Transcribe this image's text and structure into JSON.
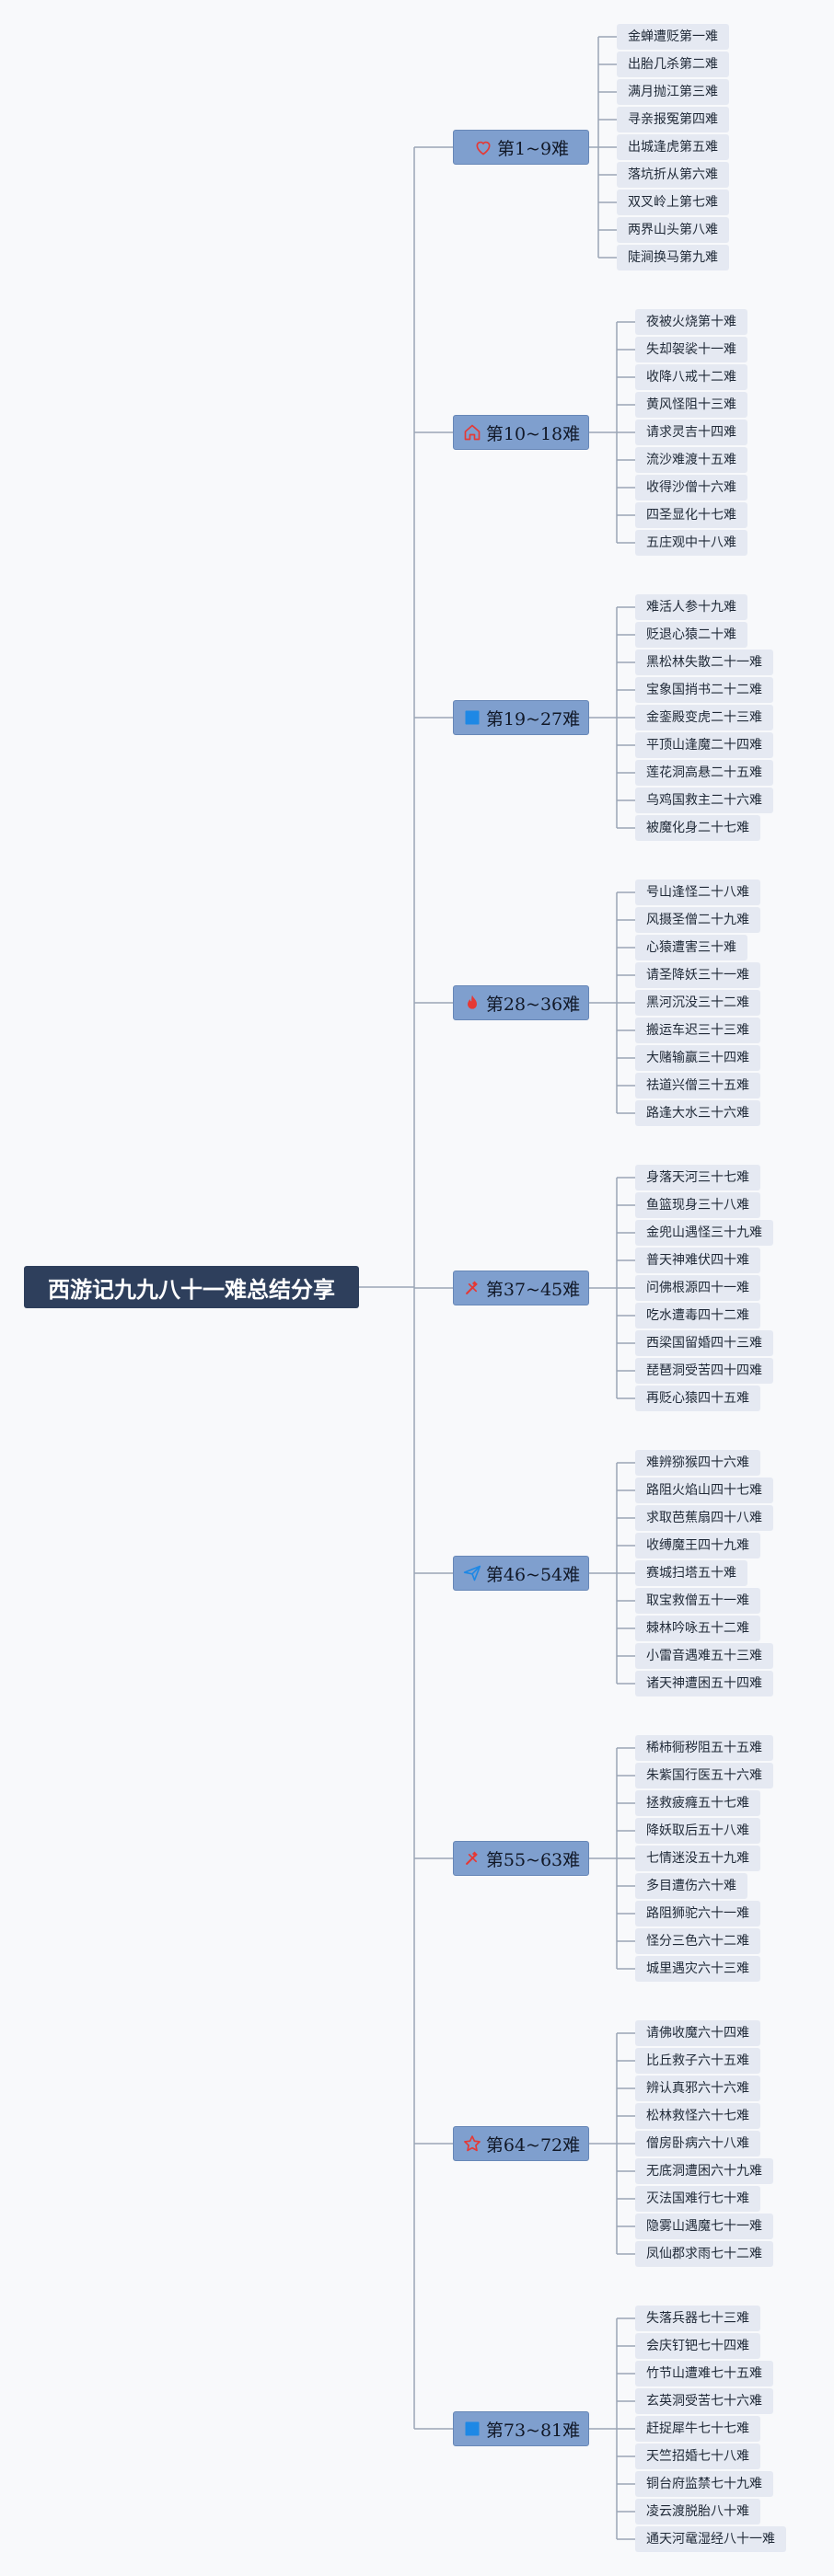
{
  "root": {
    "title": "西游记九九八十一难总结分享"
  },
  "colors": {
    "root_bg": "#2e3f5c",
    "branch_bg": "#7f9fce",
    "leaf_bg": "#e5e9f2",
    "line": "#9aa6b6",
    "icon_red": "#e53935",
    "icon_blue": "#1e88e5"
  },
  "branches": [
    {
      "label": "第1~9难",
      "icon": "heart-icon",
      "items": [
        "金蝉遭贬第一难",
        "出胎几杀第二难",
        "满月抛江第三难",
        "寻亲报冤第四难",
        "出城逢虎第五难",
        "落坑折从第六难",
        "双叉岭上第七难",
        "两界山头第八难",
        "陡涧换马第九难"
      ]
    },
    {
      "label": "第10~18难",
      "icon": "home-icon",
      "items": [
        "夜被火烧第十难",
        "失却袈裟十一难",
        "收降八戒十二难",
        "黄风怪阻十三难",
        "请求灵吉十四难",
        "流沙难渡十五难",
        "收得沙僧十六难",
        "四圣显化十七难",
        "五庄观中十八难"
      ]
    },
    {
      "label": "第19~27难",
      "icon": "flag-icon",
      "items": [
        "难活人参十九难",
        "贬退心猿二十难",
        "黑松林失散二十一难",
        "宝象国捎书二十二难",
        "金銮殿变虎二十三难",
        "平顶山逢魔二十四难",
        "莲花洞高悬二十五难",
        "乌鸡国救主二十六难",
        "被魔化身二十七难"
      ]
    },
    {
      "label": "第28~36难",
      "icon": "fire-icon",
      "items": [
        "号山逢怪二十八难",
        "风摄圣僧二十九难",
        "心猿遭害三十难",
        "请圣降妖三十一难",
        "黑河沉没三十二难",
        "搬运车迟三十三难",
        "大赌输赢三十四难",
        "祛道兴僧三十五难",
        "路逢大水三十六难"
      ]
    },
    {
      "label": "第37~45难",
      "icon": "tools-icon",
      "items": [
        "身落天河三十七难",
        "鱼篮现身三十八难",
        "金兜山遇怪三十九难",
        "普天神难伏四十难",
        "问佛根源四十一难",
        "吃水遭毒四十二难",
        "西梁国留婚四十三难",
        "琵琶洞受苦四十四难",
        "再贬心猿四十五难"
      ]
    },
    {
      "label": "第46~54难",
      "icon": "paper-plane-icon",
      "items": [
        "难辨猕猴四十六难",
        "路阻火焰山四十七难",
        "求取芭蕉扇四十八难",
        "收缚魔王四十九难",
        "赛城扫塔五十难",
        "取宝救僧五十一难",
        "棘林吟咏五十二难",
        "小雷音遇难五十三难",
        "诸天神遭困五十四难"
      ]
    },
    {
      "label": "第55~63难",
      "icon": "tools-icon",
      "items": [
        "稀柿衕秽阻五十五难",
        "朱紫国行医五十六难",
        "拯救疲癃五十七难",
        "降妖取后五十八难",
        "七情迷没五十九难",
        "多目遭伤六十难",
        "路阻狮驼六十一难",
        "怪分三色六十二难",
        "城里遇灾六十三难"
      ]
    },
    {
      "label": "第64~72难",
      "icon": "star-icon",
      "items": [
        "请佛收魔六十四难",
        "比丘救子六十五难",
        "辨认真邪六十六难",
        "松林救怪六十七难",
        "僧房卧病六十八难",
        "无底洞遭困六十九难",
        "灭法国难行七十难",
        "隐雾山遇魔七十一难",
        "凤仙郡求雨七十二难"
      ]
    },
    {
      "label": "第73~81难",
      "icon": "flag-icon",
      "items": [
        "失落兵器七十三难",
        "会庆钉钯七十四难",
        "竹节山遭难七十五难",
        "玄英洞受苦七十六难",
        "赶捉犀牛七十七难",
        "天竺招婚七十八难",
        "铜台府监禁七十九难",
        "凌云渡脱胎八十难",
        "通天河鼋湿经八十一难"
      ]
    }
  ]
}
